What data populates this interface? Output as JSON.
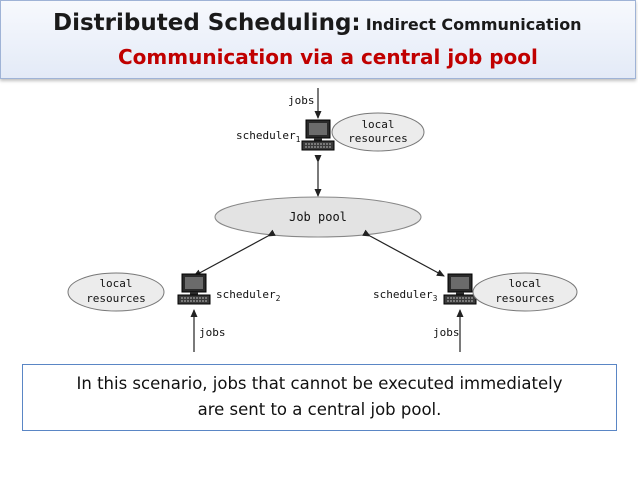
{
  "title": {
    "main": "Distributed Scheduling:",
    "sub": "Indirect Communication",
    "line2": "Communication via a central job pool",
    "accent_color": "#c00000"
  },
  "diagram": {
    "job_pool": "Job pool",
    "local_resources_line1": "local",
    "local_resources_line2": "resources",
    "jobs": "jobs",
    "scheduler_word": "scheduler",
    "scheduler_subscripts": [
      "1",
      "2",
      "3"
    ]
  },
  "caption": {
    "line1": "In this scenario, jobs that cannot be executed immediately",
    "line2": "are sent to a central job pool."
  }
}
